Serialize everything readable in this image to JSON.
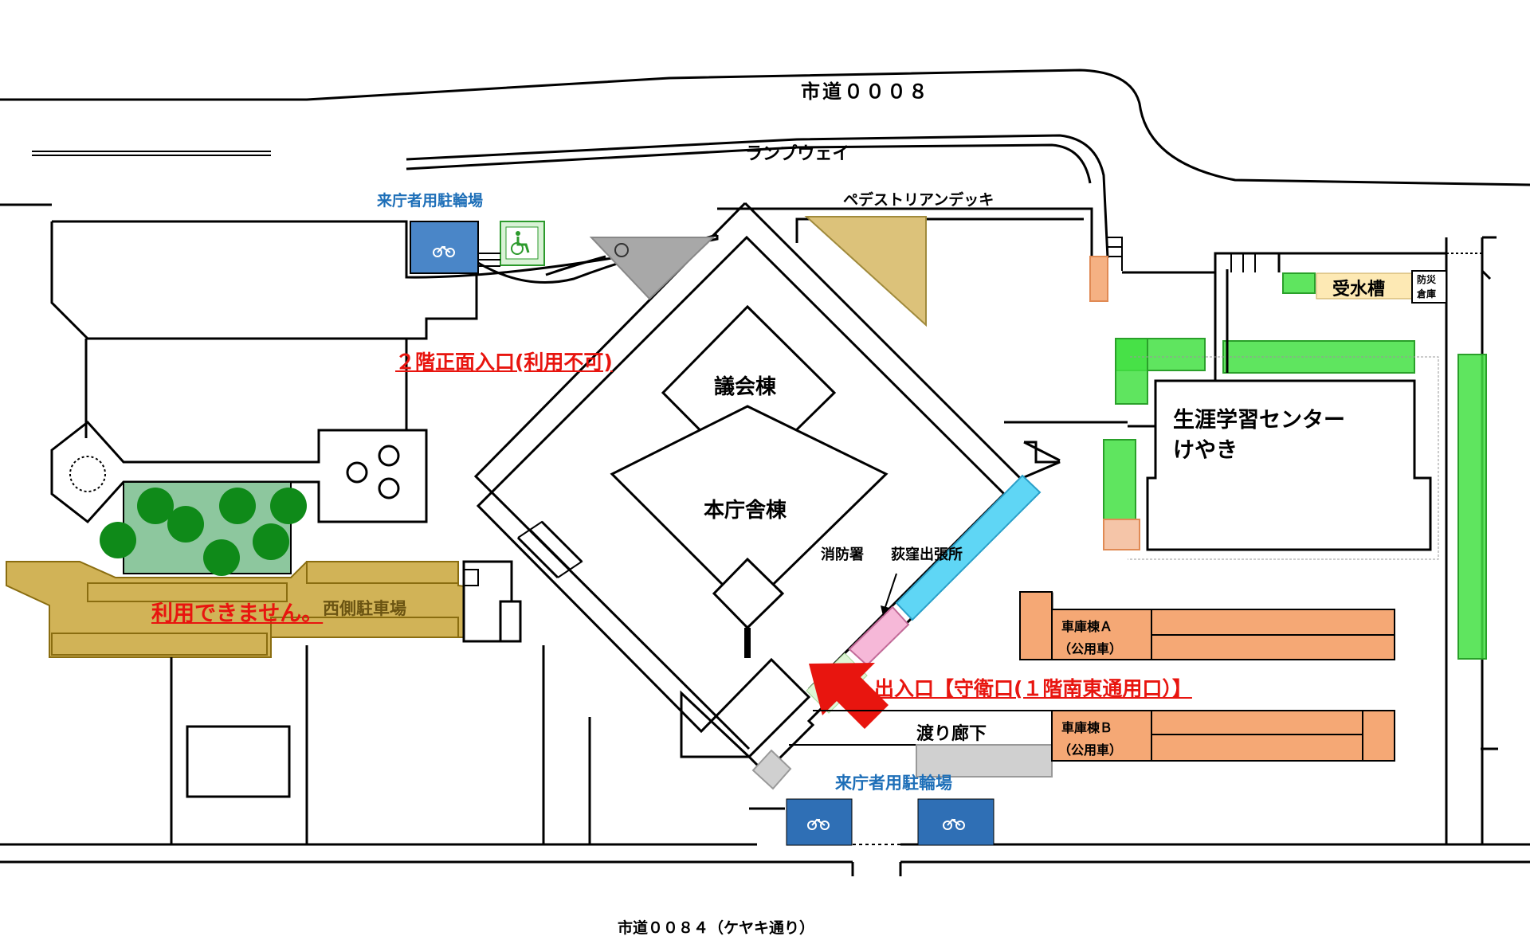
{
  "roads": {
    "top_road": "市道０００８",
    "ramp_way": "ランプウェイ",
    "pedestrian_deck": "ペデストリアンデッキ",
    "bottom_road": "市道００８４（ケヤキ通り）"
  },
  "buildings": {
    "council": "議会棟",
    "main_office": "本庁舎棟",
    "fire_station": "消防署",
    "branch_office": "荻窪出張所",
    "learning_center_line1": "生涯学習センター",
    "learning_center_line2": "けやき",
    "water_tank": "受水槽",
    "disaster_storage": "防災倉庫",
    "disaster_storage_line1": "防災",
    "disaster_storage_line2": "倉庫",
    "garage_a": "車庫棟Ａ",
    "garage_a_sub": "（公用車）",
    "garage_b": "車庫棟Ｂ",
    "garage_b_sub": "（公用車）",
    "corridor": "渡り廊下"
  },
  "parking": {
    "bicycle_top": "来庁者用駐輪場",
    "bicycle_bottom": "来庁者用駐輪場",
    "west_parking": "西側駐車場",
    "west_unavailable": "利用できません。"
  },
  "entrances": {
    "front_2f": "２階正面入口(利用不可)",
    "guard_entrance": "出入口【守衛口(１階南東通用口）】"
  },
  "icons": {
    "bicycle": "bicycle-icon",
    "wheelchair": "wheelchair-icon",
    "arrow": "entrance-arrow-icon"
  },
  "colors": {
    "accent_red": "#e8150f",
    "label_blue": "#1e6fb8",
    "bike_blue": "#2f6fb5",
    "garage_orange": "#f5a875",
    "green_zone": "#43e043",
    "parking_olive": "#c9a63a",
    "cyan_corridor": "#5fd6f5",
    "pink_office": "#f6b8d8",
    "tree_green": "#0f8a19",
    "tank_yellow": "#fde9b4"
  }
}
